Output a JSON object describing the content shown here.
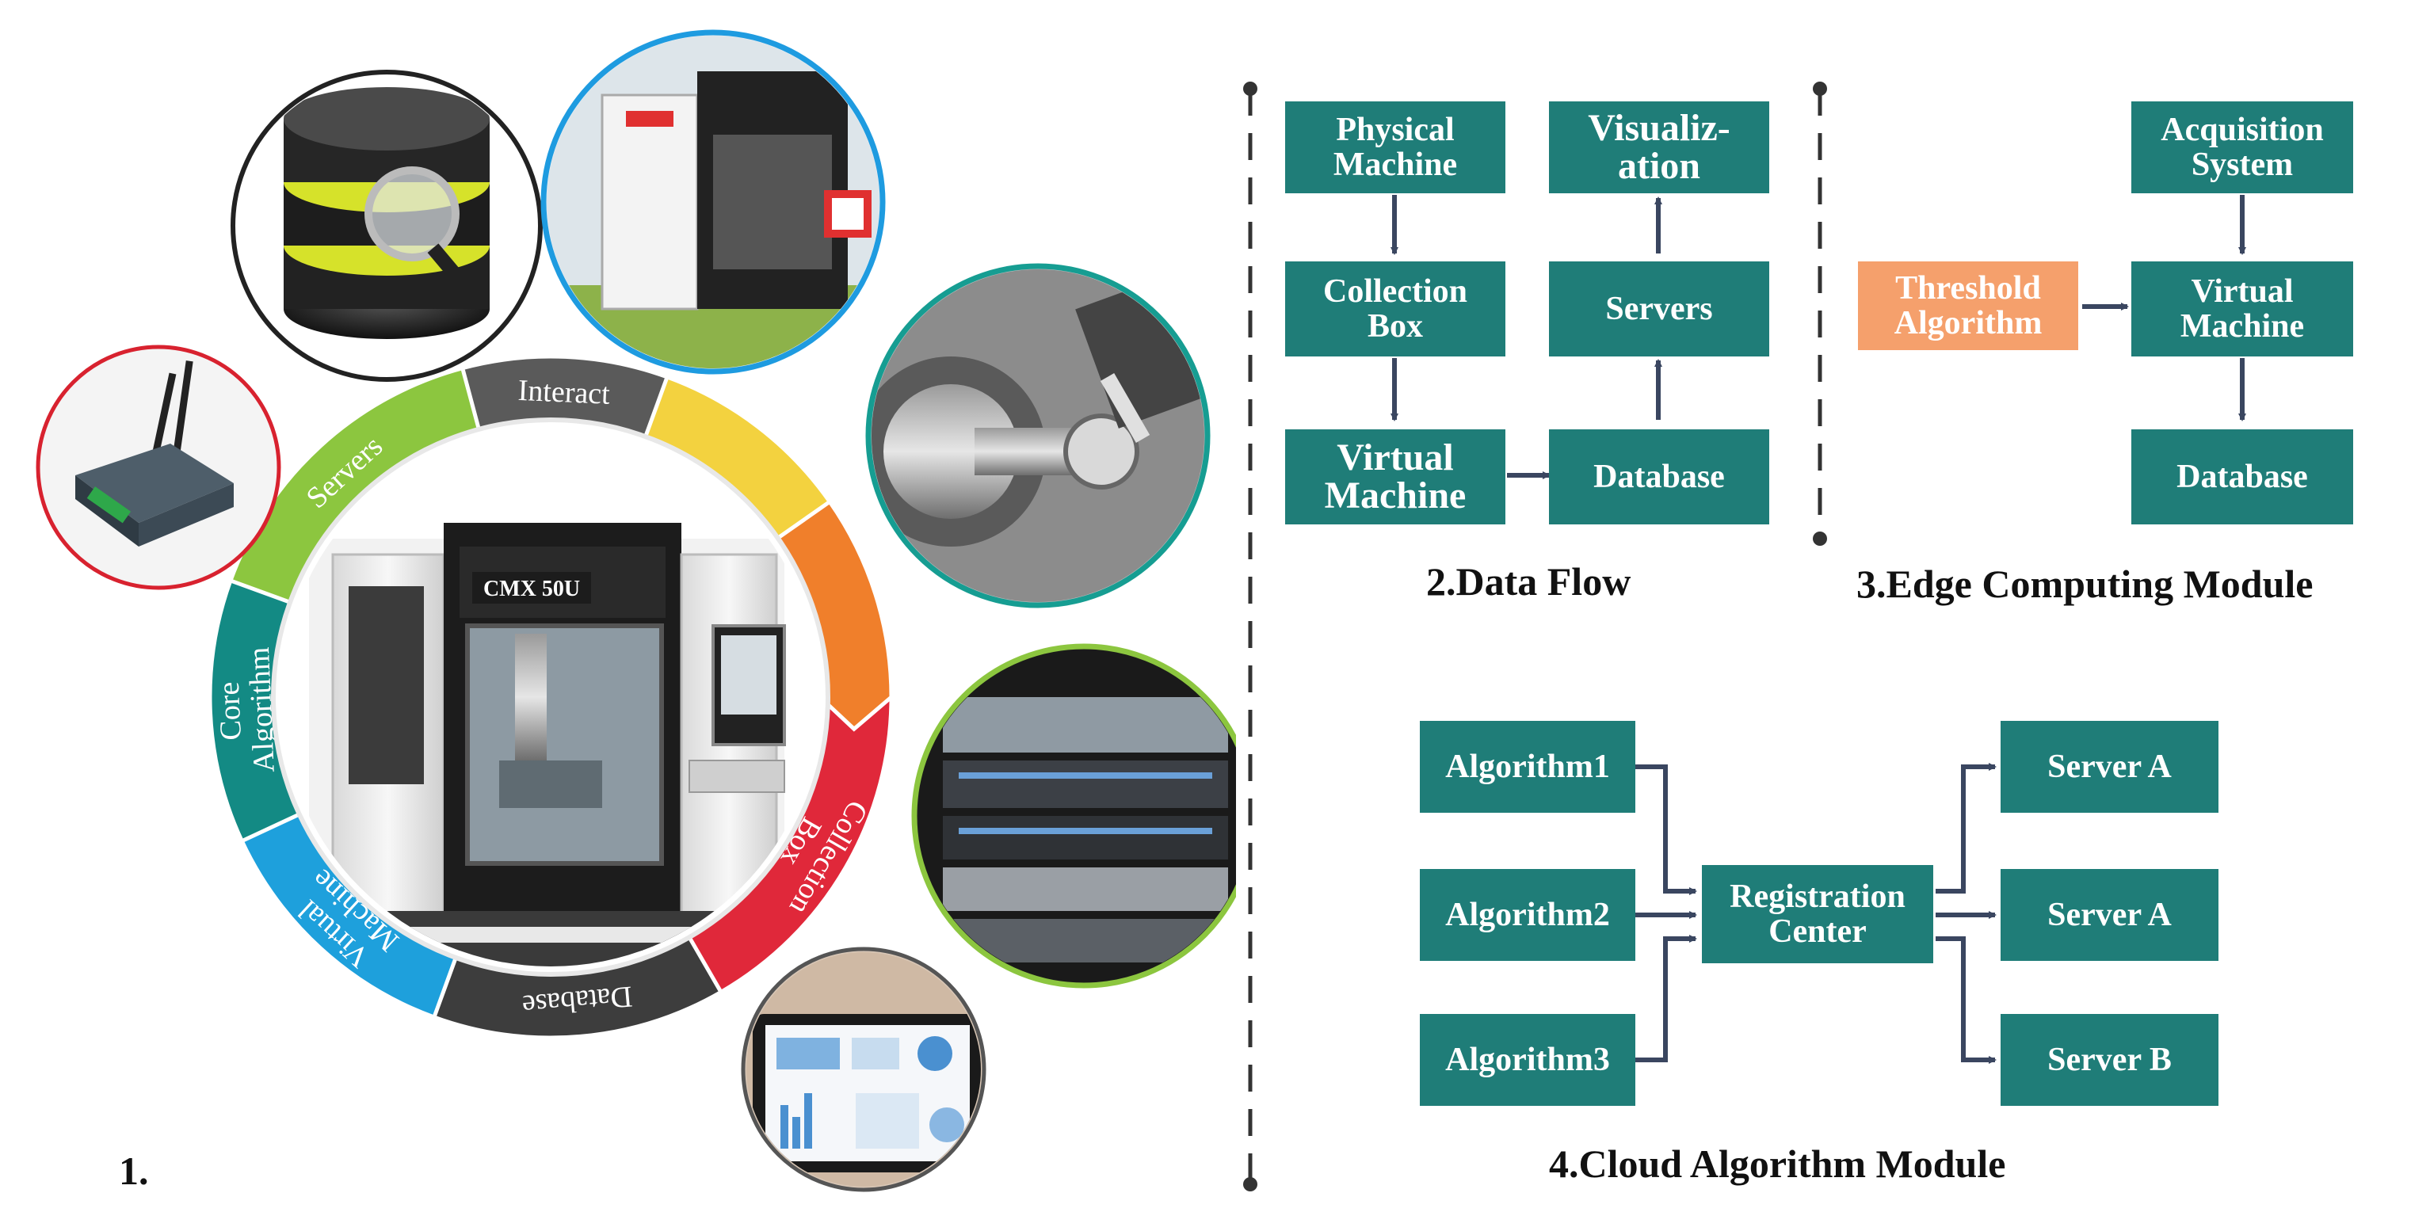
{
  "colors": {
    "box_teal": "#1f7d78",
    "box_orange": "#f5a06c",
    "arrow": "#3a4660",
    "ring_red": "#e0283a",
    "ring_dark": "#3d3d3d",
    "ring_blue": "#1ea0dc",
    "ring_teal": "#138a84",
    "ring_green": "#8cc63f",
    "ring_gray": "#5a5a5a",
    "ring_yellow": "#f3d23f",
    "ring_orange": "#f07f2b"
  },
  "panel1": {
    "label": "1.",
    "machine_badge": "CMX 50U",
    "ring_segments": [
      {
        "label": "Collection\nBox",
        "color": "#e0283a"
      },
      {
        "label": "Database",
        "color": "#3d3d3d"
      },
      {
        "label": "Virtual\nMachine",
        "color": "#1ea0dc"
      },
      {
        "label": "Core\nAlgorithm",
        "color": "#138a84"
      },
      {
        "label": "Servers",
        "color": "#8cc63f"
      },
      {
        "label": "Interact",
        "color": "#5a5a5a"
      },
      {
        "label": "",
        "color": "#f3d23f"
      },
      {
        "label": "",
        "color": "#f07f2b"
      }
    ],
    "icons": [
      "router-icon",
      "database-icon",
      "virtual-machine-icon",
      "spindle-icon",
      "server-rack-icon",
      "tablet-dashboard-icon"
    ]
  },
  "data_flow": {
    "caption": "2.Data Flow",
    "physical_machine": "Physical\nMachine",
    "collection_box": "Collection\nBox",
    "virtual_machine": "Virtual\nMachine",
    "database": "Database",
    "servers": "Servers",
    "visualization": "Visualiz-\nation"
  },
  "edge": {
    "caption": "3.Edge Computing Module",
    "acquisition": "Acquisition\nSystem",
    "threshold": "Threshold\nAlgorithm",
    "virtual_machine": "Virtual\nMachine",
    "database": "Database"
  },
  "cloud": {
    "caption": "4.Cloud Algorithm Module",
    "algorithm1": "Algorithm1",
    "algorithm2": "Algorithm2",
    "algorithm3": "Algorithm3",
    "registration": "Registration\nCenter",
    "server_top": "Server A",
    "server_mid": "Server A",
    "server_bottom": "Server B"
  }
}
